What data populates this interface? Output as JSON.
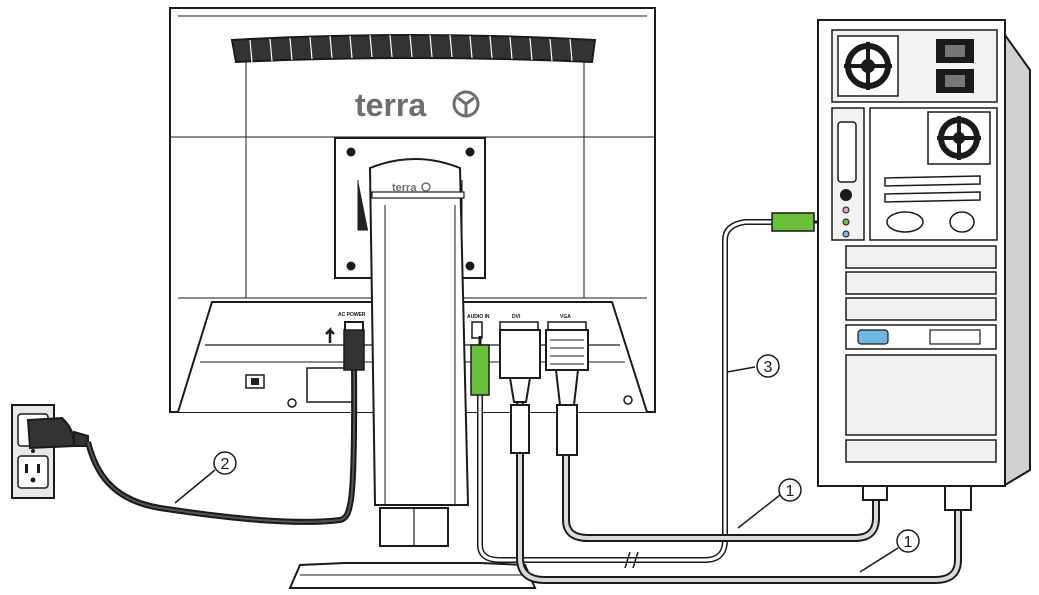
{
  "monitor": {
    "brand": "terra",
    "stand_brand": "terra",
    "port_labels": {
      "power": "AC POWER",
      "audio": "AUDIO IN",
      "dvi": "DVI",
      "vga": "VGA"
    }
  },
  "callouts": [
    {
      "id": "callout-vga-cable",
      "number": "1"
    },
    {
      "id": "callout-dvi-cable",
      "number": "1"
    },
    {
      "id": "callout-power-cable",
      "number": "2"
    },
    {
      "id": "callout-audio-cable",
      "number": "3"
    }
  ],
  "colors": {
    "line": "#1a1a1a",
    "audio_plug": "#6cbf3a",
    "cable_fill": "#d9d9d9",
    "bracket_fill": "#e6e6e6"
  }
}
